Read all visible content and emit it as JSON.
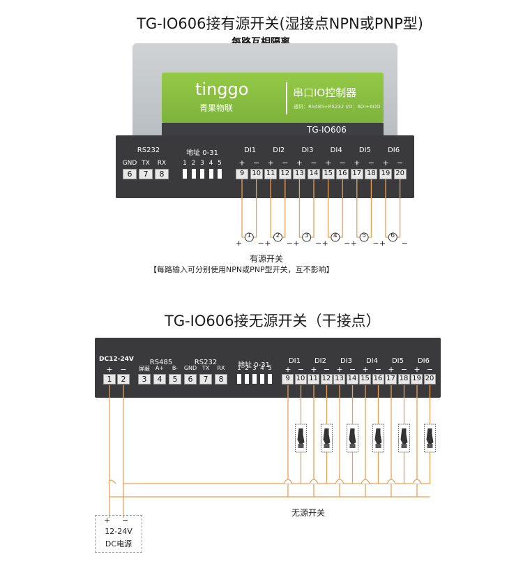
{
  "section1": {
    "title": "TG-IO606接有源开关(湿接点NPN或PNP型)",
    "subtitle": "每路互相隔离",
    "device": {
      "brand": "tinggo",
      "brand_cn": "青果物联",
      "product": "串口IO控制器",
      "spec": "通讯：RS485+RS232    I/O：6DI+6DO",
      "model": "TG-IO606"
    },
    "panel": {
      "rs232_label": "RS232",
      "rs232_terms": [
        "GND",
        "TX",
        "RX"
      ],
      "rs232_nums": [
        "6",
        "7",
        "8"
      ],
      "addr_label": "地址 0-31",
      "dip_nums": [
        "1",
        "2",
        "3",
        "4",
        "5"
      ],
      "di_labels": [
        "DI1",
        "DI2",
        "DI3",
        "DI4",
        "DI5",
        "DI6"
      ],
      "di_nums": [
        "9",
        "10",
        "11",
        "12",
        "13",
        "14",
        "15",
        "16",
        "17",
        "18",
        "19",
        "20"
      ],
      "plus": "+",
      "minus": "−"
    },
    "switch_nums": [
      "1",
      "2",
      "3",
      "4",
      "5",
      "6"
    ],
    "caption": "有源开关",
    "note": "【每路输入可分别使用NPN或PNP型开关，互不影响】"
  },
  "section2": {
    "title": "TG-IO606接无源开关（干接点）",
    "panel": {
      "dc_label": "DC12-24V",
      "dc_nums": [
        "1",
        "2"
      ],
      "rs485_label": "RS485",
      "rs485_terms": [
        "屏蔽",
        "A+",
        "B-"
      ],
      "rs485_nums": [
        "3",
        "4",
        "5"
      ],
      "rs232_label": "RS232",
      "rs232_terms": [
        "GND",
        "TX",
        "RX"
      ],
      "rs232_nums": [
        "6",
        "7",
        "8"
      ],
      "addr_label": "地址 0-31",
      "dip_nums": [
        "1",
        "2",
        "3",
        "4",
        "5"
      ],
      "di_labels": [
        "DI1",
        "DI2",
        "DI3",
        "DI4",
        "DI5",
        "DI6"
      ],
      "di_nums": [
        "9",
        "10",
        "11",
        "12",
        "13",
        "14",
        "15",
        "16",
        "17",
        "18",
        "19",
        "20"
      ],
      "plus": "+",
      "minus": "−"
    },
    "caption": "无源开关",
    "power": {
      "plus": "+",
      "minus": "−",
      "voltage": "12-24V",
      "label": "DC电源"
    }
  },
  "colors": {
    "wire": "#e8a055",
    "panel": "#3a3a3c",
    "device_green": "#8ac043"
  }
}
